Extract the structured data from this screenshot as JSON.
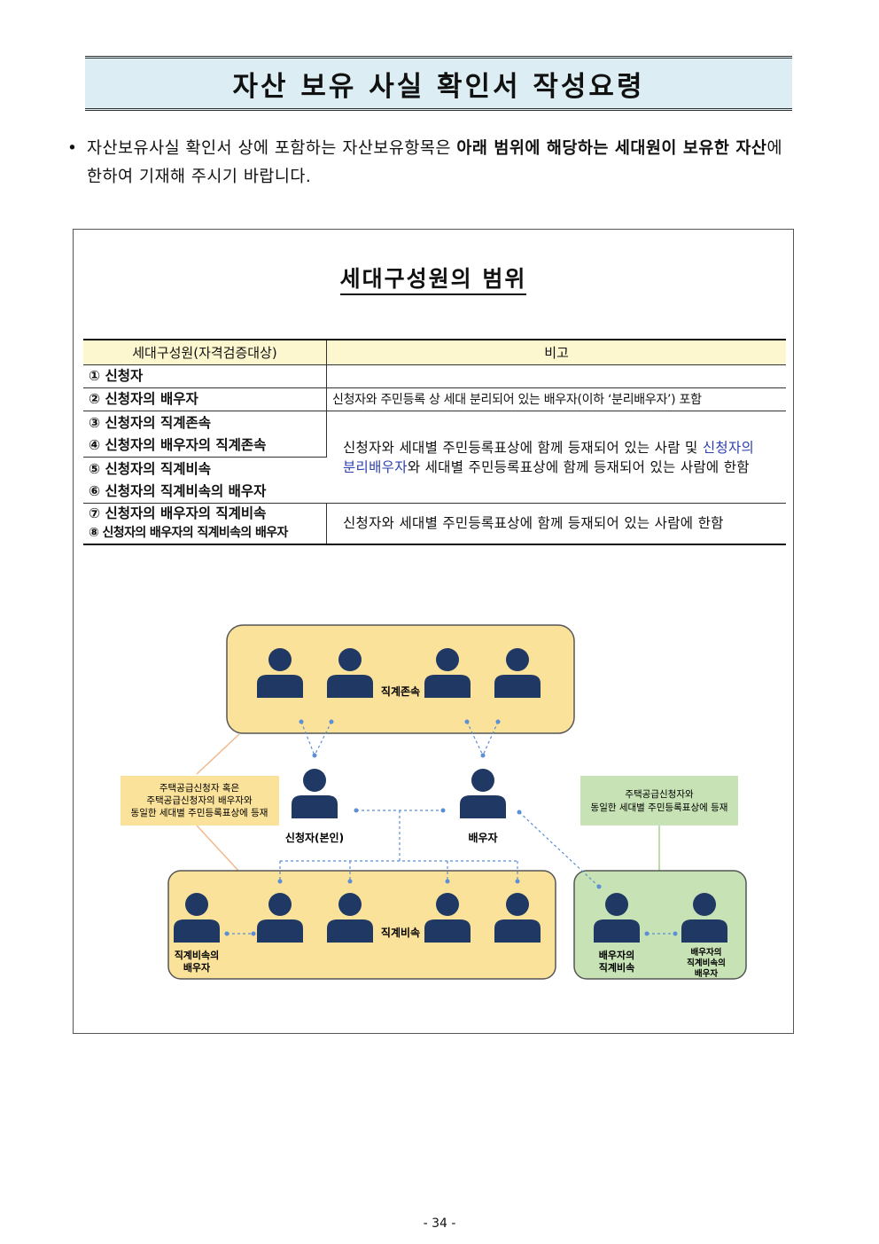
{
  "title": "자산 보유 사실 확인서 작성요령",
  "intro": {
    "bullet": "•",
    "text1": "자산보유사실 확인서 상에 포함하는 자산보유항목은 ",
    "bold": "아래 범위에 해당하는 세대원이 보유한 자산",
    "text2": "에 한하여 기재해 주시기 바랍니다."
  },
  "section_title": "세대구성원의 범위",
  "table": {
    "headers": [
      "세대구성원(자격검증대상)",
      "비고"
    ],
    "rows": [
      {
        "c1": "① 신청자",
        "c2": ""
      },
      {
        "c1": "② 신청자의 배우자",
        "c2": "신청자와 주민등록 상 세대 분리되어 있는 배우자(이하 ‘분리배우자’) 포함"
      },
      {
        "c1a": "③ 신청자의 직계존속",
        "c1b": "④ 신청자의 배우자의 직계존속"
      },
      {
        "c1a": "⑤ 신청자의 직계비속",
        "c1b": "⑥ 신청자의 직계비속의 배우자"
      },
      {
        "c1a": "⑦ 신청자의 배우자의 직계비속",
        "c1b": "⑧ 신청자의 배우자의 직계비속의 배우자",
        "c2": "신청자와 세대별 주민등록표상에 함께 등재되어 있는 사람에 한함"
      }
    ],
    "merged_note": {
      "part1": "신청자와 세대별 주민등록표상에 함께 등재되어 있는 사람 및 ",
      "blue": "신청자의 분리배우자",
      "part2": "와 세대별 주민등록표상에 함께 등재되어 있는 사람에 한함"
    }
  },
  "diagram": {
    "ascendants_label": "직계존속",
    "applicant_label": "신청자(본인)",
    "spouse_label": "배우자",
    "descendants_label": "직계비속",
    "desc_spouse_label": [
      "직계비속의",
      "배우자"
    ],
    "spouse_desc_label": [
      "배우자의",
      "직계비속"
    ],
    "spouse_desc_spouse_label": [
      "배우자의",
      "직계비속의",
      "배우자"
    ],
    "note_yellow": [
      "주택공급신청자 혹은",
      "주택공급신청자의 배우자와",
      "동일한 세대별 주민등록표상에 등재"
    ],
    "note_green": [
      "주택공급신청자와",
      "동일한 세대별 주민등록표상에 등재"
    ],
    "colors": {
      "yellow": "#fbe29a",
      "yellow_border": "#555555",
      "green": "#c7e2b4",
      "person": "#1f3864",
      "dot": "#5a8fd6",
      "connector": "#f1b98e",
      "green_line": "#a9d08e"
    }
  },
  "page_number": "- 34 -"
}
